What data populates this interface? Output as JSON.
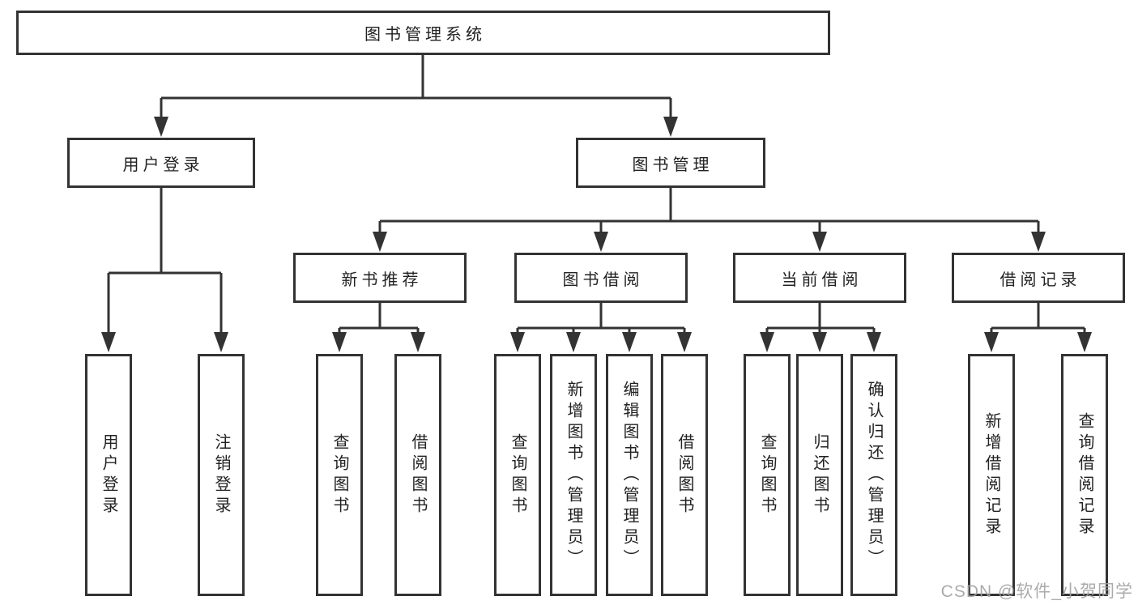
{
  "diagram": {
    "root": {
      "label": "图书管理系统"
    },
    "level2": [
      {
        "label": "用户登录"
      },
      {
        "label": "图书管理"
      }
    ],
    "level3": [
      {
        "label": "新书推荐"
      },
      {
        "label": "图书借阅"
      },
      {
        "label": "当前借阅"
      },
      {
        "label": "借阅记录"
      }
    ],
    "leaves": {
      "login": [
        {
          "label": "用户登录"
        },
        {
          "label": "注销登录"
        }
      ],
      "recommend": [
        {
          "label": "查询图书"
        },
        {
          "label": "借阅图书"
        }
      ],
      "borrow": [
        {
          "label": "查询图书"
        },
        {
          "label": "新增图书（管理员）"
        },
        {
          "label": "编辑图书（管理员）"
        },
        {
          "label": "借阅图书"
        }
      ],
      "current": [
        {
          "label": "查询图书"
        },
        {
          "label": "归还图书"
        },
        {
          "label": "确认归还（管理员）"
        }
      ],
      "records": [
        {
          "label": "新增借阅记录"
        },
        {
          "label": "查询借阅记录"
        }
      ]
    },
    "watermark": "CSDN @软件_小贺同学",
    "colors": {
      "line": "#333333",
      "box_border": "#333333",
      "text": "#222222",
      "watermark": "#a3a3a3",
      "background": "#ffffff"
    }
  }
}
